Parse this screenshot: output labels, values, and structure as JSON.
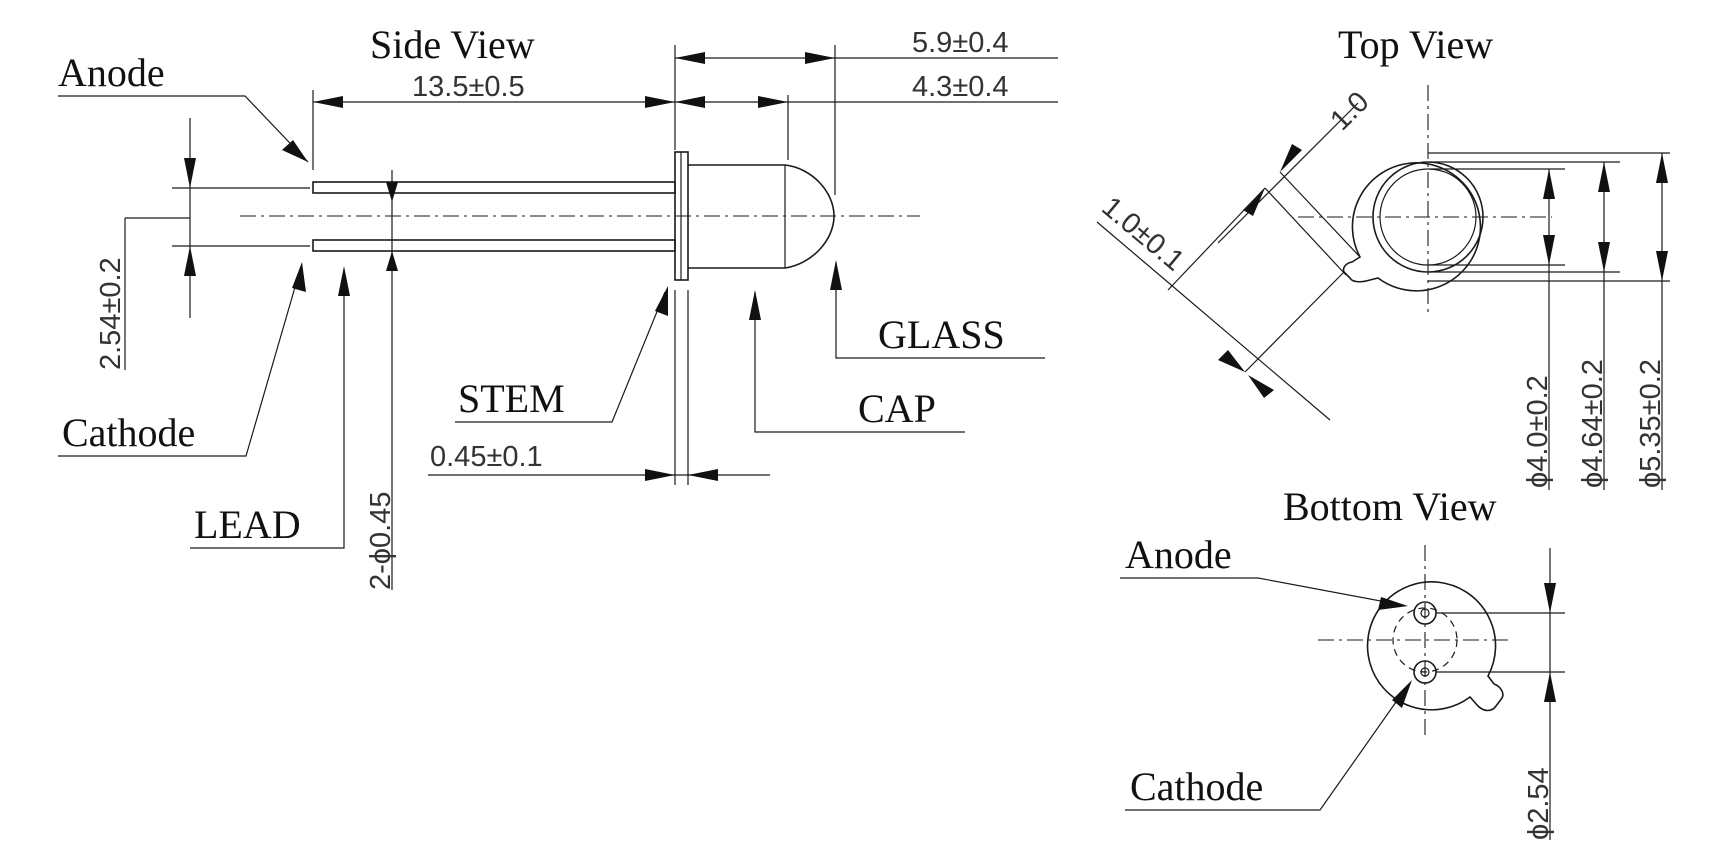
{
  "views": {
    "side": "Side View",
    "top": "Top View",
    "bottom": "Bottom View"
  },
  "labels": {
    "anode": "Anode",
    "cathode": "Cathode",
    "lead": "LEAD",
    "stem": "STEM",
    "cap": "CAP",
    "glass": "GLASS"
  },
  "dimensions": {
    "lead_length": "13.5±0.5",
    "overall_cap_length": "5.9±0.4",
    "cap_length": "4.3±0.4",
    "lead_spacing": "2.54±0.2",
    "lead_diameter": "2-ϕ0.45",
    "stem_thickness": "0.45±0.1",
    "tab_width": "1.0",
    "tab_length": "1.0±0.1",
    "dia_inner": "ϕ4.0±0.2",
    "dia_cap": "ϕ4.64±0.2",
    "dia_stem": "ϕ5.35±0.2",
    "pin_circle": "ϕ2.54"
  }
}
